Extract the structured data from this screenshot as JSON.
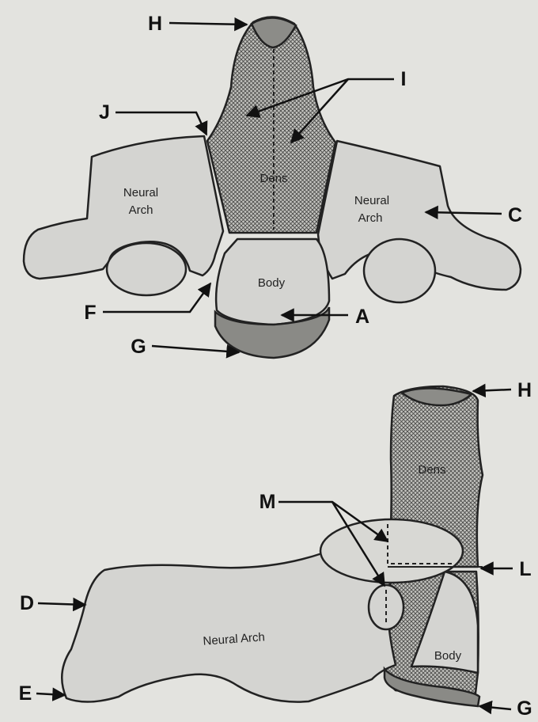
{
  "colors": {
    "background": "#e3e3df",
    "bone": "#d4d4d1",
    "ossification": "#8c8c88",
    "ink": "#111111"
  },
  "top_view": {
    "parts": {
      "dens": "Dens",
      "body": "Body",
      "neural_arch_left": [
        "Neural",
        "Arch"
      ],
      "neural_arch_right": [
        "Neural",
        "Arch"
      ]
    },
    "labels": {
      "H": "H",
      "I": "I",
      "J": "J",
      "C": "C",
      "F": "F",
      "A": "A",
      "G": "G"
    }
  },
  "side_view": {
    "parts": {
      "dens": "Dens",
      "body": "Body",
      "neural_arch": "Neural Arch"
    },
    "labels": {
      "H": "H",
      "M": "M",
      "L": "L",
      "D": "D",
      "E": "E",
      "G": "G"
    }
  }
}
